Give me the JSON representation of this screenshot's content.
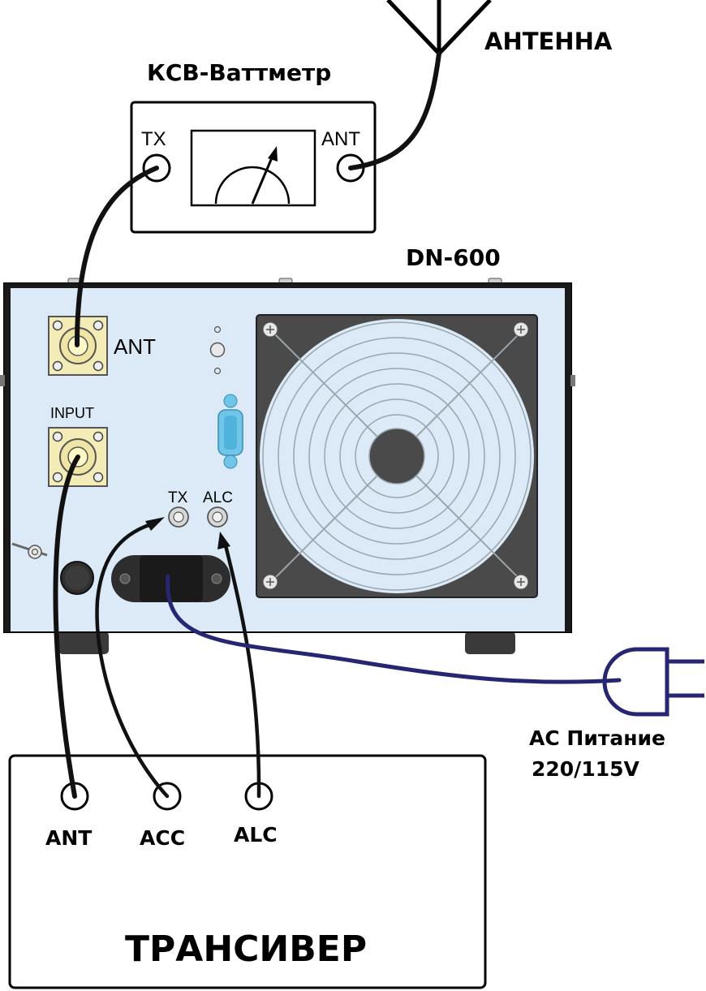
{
  "antenna": {
    "label": "АНТЕННА"
  },
  "swr_meter": {
    "title": "КСВ-Ваттметр",
    "port_tx": "TX",
    "port_ant": "ANT"
  },
  "amplifier": {
    "model": "DN-600",
    "port_ant": "ANT",
    "port_input": "INPUT",
    "port_tx": "TX",
    "port_alc": "ALC"
  },
  "power": {
    "line1": "AC Питание",
    "line2": "220/115V"
  },
  "transceiver": {
    "title": "ТРАНСИВЕР",
    "port_ant": "ANT",
    "port_acc": "ACC",
    "port_alc": "ALC"
  },
  "colors": {
    "panel": "#dbeaf6",
    "fan_housing": "#4a4a4a",
    "connector_gold": "#f3ecb6",
    "vga_port": "#6fc6e8",
    "power_cable": "#262673",
    "cable": "#111111"
  }
}
